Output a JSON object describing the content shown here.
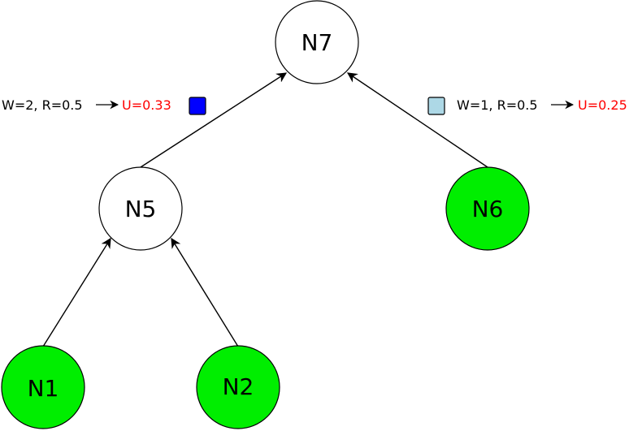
{
  "colors": {
    "leaf_fill": "#00ee00",
    "internal_fill": "#ffffff",
    "stroke": "#000000",
    "utility_text": "#ff0000",
    "marker_left": "#0000ff",
    "marker_right": "#add8e6"
  },
  "nodes": [
    {
      "id": "n7",
      "label": "N7",
      "kind": "internal"
    },
    {
      "id": "n5",
      "label": "N5",
      "kind": "internal"
    },
    {
      "id": "n6",
      "label": "N6",
      "kind": "leaf"
    },
    {
      "id": "n1",
      "label": "N1",
      "kind": "leaf"
    },
    {
      "id": "n2",
      "label": "N2",
      "kind": "leaf"
    }
  ],
  "edges": [
    {
      "from": "n5",
      "to": "n7"
    },
    {
      "from": "n6",
      "to": "n7"
    },
    {
      "from": "n1",
      "to": "n5"
    },
    {
      "from": "n2",
      "to": "n5"
    }
  ],
  "annotations": [
    {
      "id": "left",
      "params": "W=2, R=0.5",
      "utility": "U=0.33"
    },
    {
      "id": "right",
      "params": "W=1, R=0.5",
      "utility": "U=0.25"
    }
  ]
}
